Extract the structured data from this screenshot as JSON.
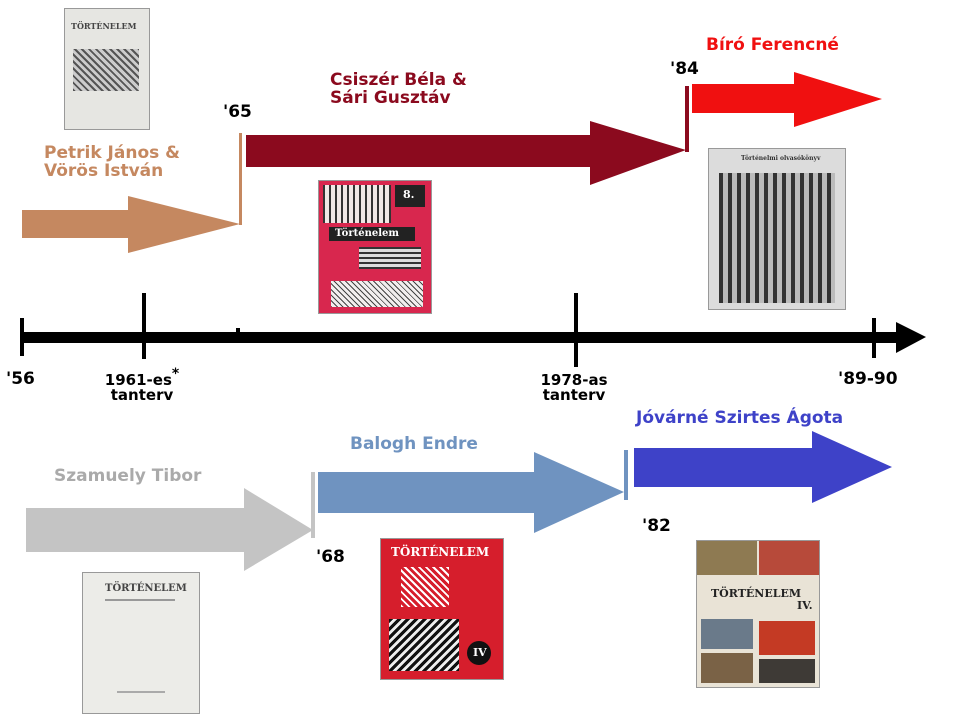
{
  "timeline": {
    "start_label": "'56",
    "end_label": "'89-90",
    "marker_1961": "1961-es",
    "marker_1961_star": "*",
    "marker_1961_sub": "tanterv",
    "marker_1978": "1978-as",
    "marker_1978_sub": "tanterv"
  },
  "top_row": {
    "author_1_line1": "Petrik János &",
    "author_1_line2": "Vörös István",
    "year_2": "'65",
    "author_2_line1": "Csiszér Béla &",
    "author_2_line2": "Sári Gusztáv",
    "year_3": "'84",
    "author_3": "Bíró Ferencné"
  },
  "bottom_row": {
    "author_1": "Szamuely Tibor",
    "year_2": "'68",
    "author_2": "Balogh Endre",
    "year_3": "'82",
    "author_3": "Jóvárné Szirtes Ágota"
  },
  "books": {
    "b1_title": "TÖRTÉNELEM",
    "b2_title": "Történelem",
    "b2_num": "8.",
    "b3_title": "Történelmi olvasókönyv",
    "b4_title": "TÖRTÉNELEM",
    "b5_title": "TÖRTÉNELEM",
    "b5_num": "IV",
    "b6_title": "TÖRTÉNELEM",
    "b6_num": "IV."
  },
  "colors": {
    "petrik": "#c58860",
    "csiszer": "#8b0a1e",
    "biro": "#f01010",
    "szamuely": "#bbbbbb",
    "balogh": "#6f93c0",
    "jovarne": "#3e42c8",
    "timeline": "#000000"
  }
}
